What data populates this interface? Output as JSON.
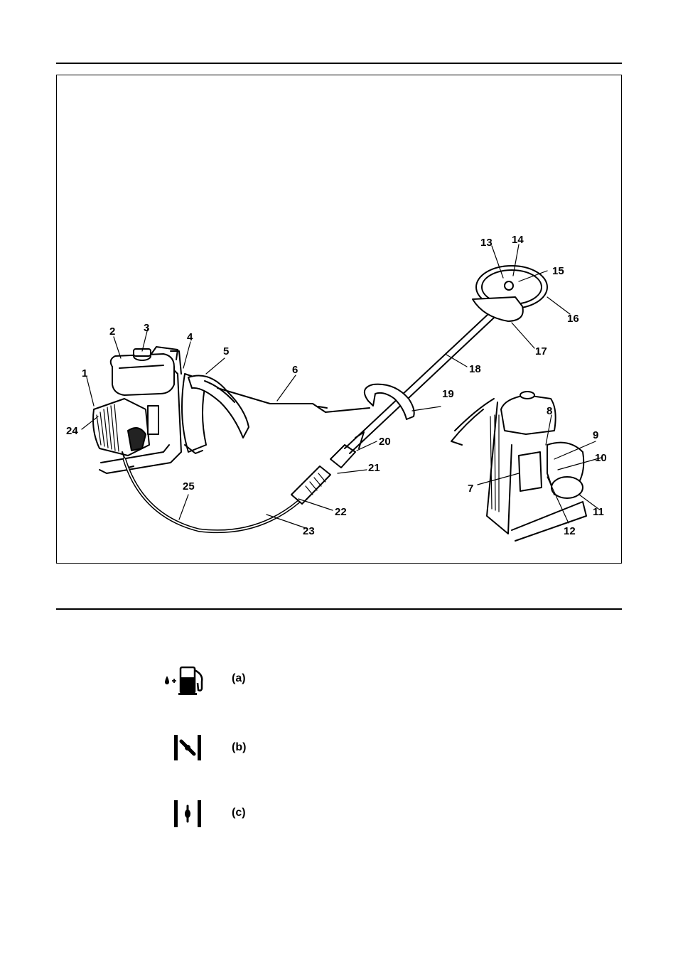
{
  "figure": {
    "part_numbers": [
      "1",
      "2",
      "3",
      "4",
      "5",
      "6",
      "7",
      "8",
      "9",
      "10",
      "11",
      "12",
      "13",
      "14",
      "15",
      "16",
      "17",
      "18",
      "19",
      "20",
      "21",
      "22",
      "23",
      "24",
      "25"
    ]
  },
  "legend": [
    {
      "icon": "fuel-pump-icon",
      "label": "(a)"
    },
    {
      "icon": "choke-closed-icon",
      "label": "(b)"
    },
    {
      "icon": "choke-open-icon",
      "label": "(c)"
    }
  ]
}
